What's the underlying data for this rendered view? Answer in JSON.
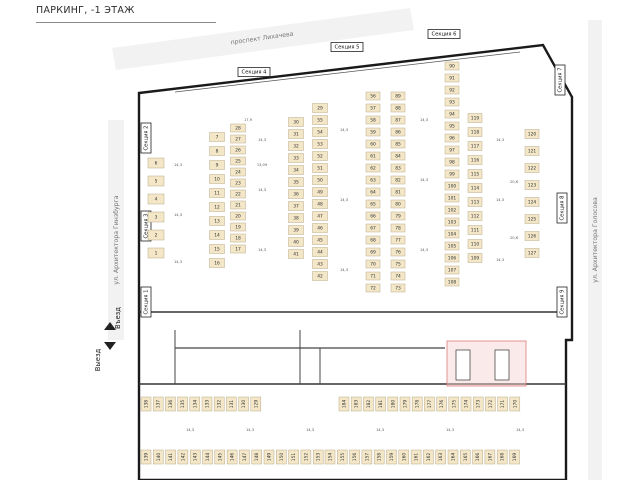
{
  "title": "ПАРКИНГ, -1 ЭТАЖ",
  "streets": {
    "north": "проспект Лихачева",
    "west": "ул. Архитектора Гинзбурга",
    "east": "ул. Архитектора Голосова"
  },
  "exit_labels": [
    "Въезд",
    "Выезд"
  ],
  "sections": [
    "Секция 1",
    "Секция 2",
    "Секция 3",
    "Секция 4",
    "Секция 5",
    "Секция 6",
    "Секция 7",
    "Секция 8",
    "Секция 9"
  ],
  "colors": {
    "spot": "#f3e7c8",
    "wall": "#1a1a1a",
    "highlight": "#e07a7a"
  },
  "dimension_labels": [
    "14,3",
    "17,9",
    "13,09",
    "20,6"
  ],
  "spots": {
    "col_a": [
      "6",
      "5",
      "4",
      "3",
      "2",
      "1"
    ],
    "col_b": [
      "7",
      "8",
      "9",
      "10",
      "11",
      "12",
      "13",
      "14",
      "15",
      "16"
    ],
    "col_c": [
      "28",
      "27",
      "26",
      "25",
      "24",
      "23",
      "22",
      "21",
      "20",
      "19",
      "18",
      "17"
    ],
    "col_d": [
      "30",
      "31",
      "32",
      "33",
      "34",
      "35",
      "36",
      "37",
      "38",
      "39",
      "40",
      "41"
    ],
    "col_e": [
      "29",
      "55",
      "54",
      "53",
      "52",
      "51",
      "50",
      "49",
      "48",
      "47",
      "46",
      "45",
      "44",
      "43",
      "42"
    ],
    "col_f": [
      "56",
      "57",
      "58",
      "59",
      "60",
      "61",
      "62",
      "63",
      "64",
      "65",
      "66",
      "67",
      "68",
      "69",
      "70",
      "71",
      "72"
    ],
    "col_g": [
      "89",
      "88",
      "87",
      "86",
      "85",
      "84",
      "83",
      "82",
      "81",
      "80",
      "79",
      "78",
      "77",
      "76",
      "75",
      "74",
      "73"
    ],
    "col_h": [
      "90",
      "91",
      "92",
      "93",
      "94",
      "95",
      "96",
      "97",
      "98",
      "99",
      "100",
      "101",
      "102",
      "103",
      "104",
      "105",
      "106",
      "107",
      "108"
    ],
    "col_i": [
      "119",
      "118",
      "117",
      "116",
      "115",
      "114",
      "113",
      "112",
      "111",
      "110",
      "109"
    ],
    "col_j": [
      "120",
      "121",
      "122",
      "123",
      "124",
      "125",
      "126",
      "127"
    ],
    "bottom_top_left": [
      "138",
      "137",
      "136",
      "135",
      "134",
      "133",
      "132",
      "131",
      "130",
      "129"
    ],
    "bottom_top_right": [
      "184",
      "183",
      "182",
      "181",
      "180",
      "179",
      "178",
      "177",
      "176",
      "175",
      "174",
      "173",
      "172",
      "171",
      "170"
    ],
    "bottom_low_left": [
      "139",
      "140",
      "141",
      "142",
      "143",
      "144",
      "145",
      "146",
      "147",
      "148",
      "149",
      "150",
      "151",
      "152",
      "153"
    ],
    "bottom_low_right": [
      "154",
      "155",
      "156",
      "157",
      "158",
      "159",
      "160",
      "161",
      "162",
      "163",
      "164",
      "165",
      "166",
      "167",
      "168",
      "169"
    ]
  }
}
